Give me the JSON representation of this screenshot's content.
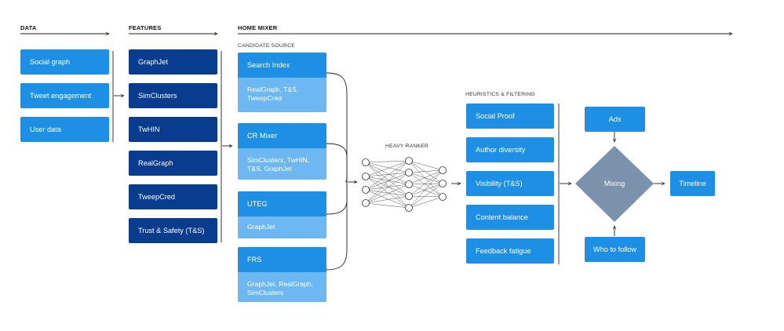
{
  "sections": {
    "data": "DATA",
    "features": "FEATURES",
    "home_mixer": "HOME MIXER",
    "candidate_source": "CANDIDATE SOURCE",
    "heavy_ranker": "HEAVY RANKER",
    "heuristics": "HEURISTICS & FILTERING"
  },
  "data_items": [
    "Social graph",
    "Tweet engagement",
    "User data"
  ],
  "feature_items": [
    "GraphJet",
    "SimClusters",
    "TwHIN",
    "RealGraph",
    "TweepCred",
    "Trust & Safety (T&S)"
  ],
  "candidates": [
    {
      "name": "Search Index",
      "features": "RealGraph, T&S,\nTweepCred"
    },
    {
      "name": "CR Mixer",
      "features": "SimClusters, TwHIN,\nT&S, GraphJet"
    },
    {
      "name": "UTEG",
      "features": "GraphJet"
    },
    {
      "name": "FRS",
      "features": "GraphJet, RealGraph,\nSimClusters"
    }
  ],
  "filters": [
    "Social Proof",
    "Author diversity",
    "Visibility (T&S)",
    "Content balance",
    "Feedback fatigue"
  ],
  "ads": "Ads",
  "mixing": "Mixing",
  "who_to_follow": "Who to follow",
  "timeline": "Timeline",
  "colors": {
    "primary_blue": "#1d8fe5",
    "dark_blue": "#083c8f",
    "light_blue": "#6db8f2",
    "mixing_gray": "#7a92ab"
  }
}
